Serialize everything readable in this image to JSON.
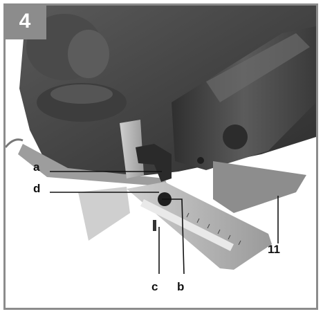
{
  "figure": {
    "number": "4",
    "callouts": {
      "a": "a",
      "d": "d",
      "c": "c",
      "b": "b",
      "n11": "11"
    }
  },
  "colors": {
    "badge": "#8c8c8c",
    "frame": "#8c8c8c",
    "tool_body": "#3b3b3b",
    "plate": "#b8b8b8"
  }
}
